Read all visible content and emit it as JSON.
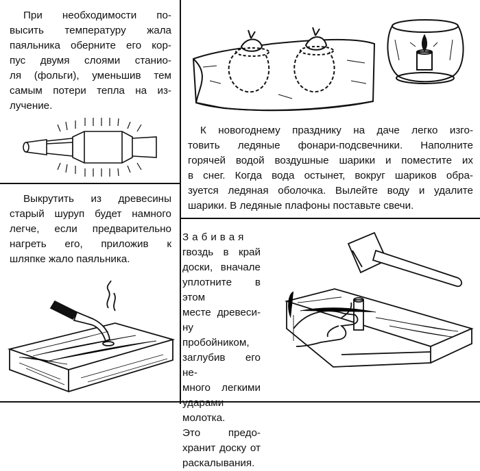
{
  "tip1": {
    "lines": [
      "При необходимости по-",
      "высить температуру жала",
      "паяльника оберните его кор-",
      "пус двумя слоями станио-",
      "ля (фольги), уменьшив тем",
      "самым потери тепла на из-",
      "лучение."
    ]
  },
  "tip2": {
    "lines": [
      "К новогоднему празднику на даче легко изго-",
      "товить ледяные фонари-подсвечники. Наполните",
      "горячей водой воздушные шарики и поместите их",
      "в снег. Когда вода остынет, вокруг шариков обра-",
      "зуется ледяная оболочка. Вылейте воду и удалите",
      "шарики. В ледяные плафоны поставьте свечи."
    ]
  },
  "tip3": {
    "lines": [
      "Выкрутить из древесины",
      "старый шуруп будет намного",
      "легче, если предварительно",
      "нагреть его, приложив к",
      "шляпке жало паяльника."
    ]
  },
  "tip4": {
    "lines": [
      "Забивая",
      "гвоздь в край",
      "доски, вначале",
      "уплотните в этом",
      "месте древеси-",
      "ну пробойником,",
      "заглубив его не-",
      "много легкими",
      "ударами молотка.",
      "Это предо-",
      "хранит доску от",
      "раскалывания."
    ]
  }
}
